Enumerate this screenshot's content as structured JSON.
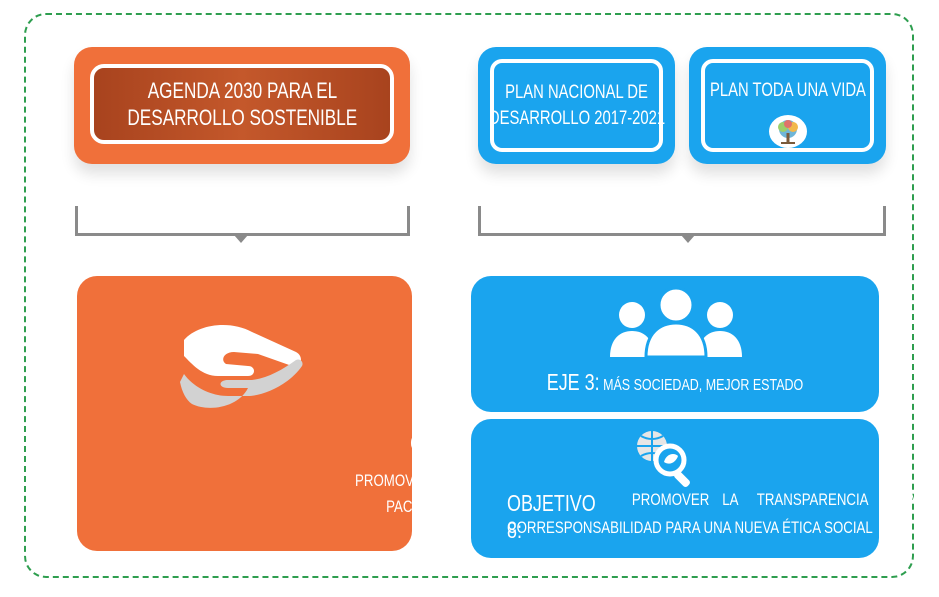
{
  "agenda": {
    "line1": "AGENDA 2030 PARA EL",
    "line2": "DESARROLLO SOSTENIBLE"
  },
  "pnd": {
    "line1": "PLAN NACIONAL DE",
    "line2": "DESARROLLO 2017-2021"
  },
  "ptv": {
    "title": "PLAN TODA UNA VIDA"
  },
  "objetivo16": {
    "title": "OBJETIVO 16:",
    "line1": "PROMOVER SOCIEDADES, JUSTAS,",
    "line2": "PACÍFICAS E INCLUSIVAS."
  },
  "eje3": {
    "label": "EJE 3:",
    "text": "MÁS SOCIEDAD, MEJOR ESTADO"
  },
  "objetivo8": {
    "label": "OBJETIVO 8:",
    "line1_words": [
      "PROMOVER",
      "LA",
      "TRANSPARENCIA",
      "Y",
      "LA"
    ],
    "line2": "CORRESPONSABILIDAD PARA UNA NUEVA ÉTICA SOCIAL"
  },
  "colors": {
    "orange": "#f0703a",
    "dark_orange": "#a8431e",
    "blue": "#1aa4ee",
    "gray": "#8a8a8a",
    "frame_green": "#2e9e4f"
  },
  "icons": [
    "helping-hand-icon",
    "people-group-icon",
    "globe-magnifier-icon",
    "tree-logo-icon"
  ]
}
